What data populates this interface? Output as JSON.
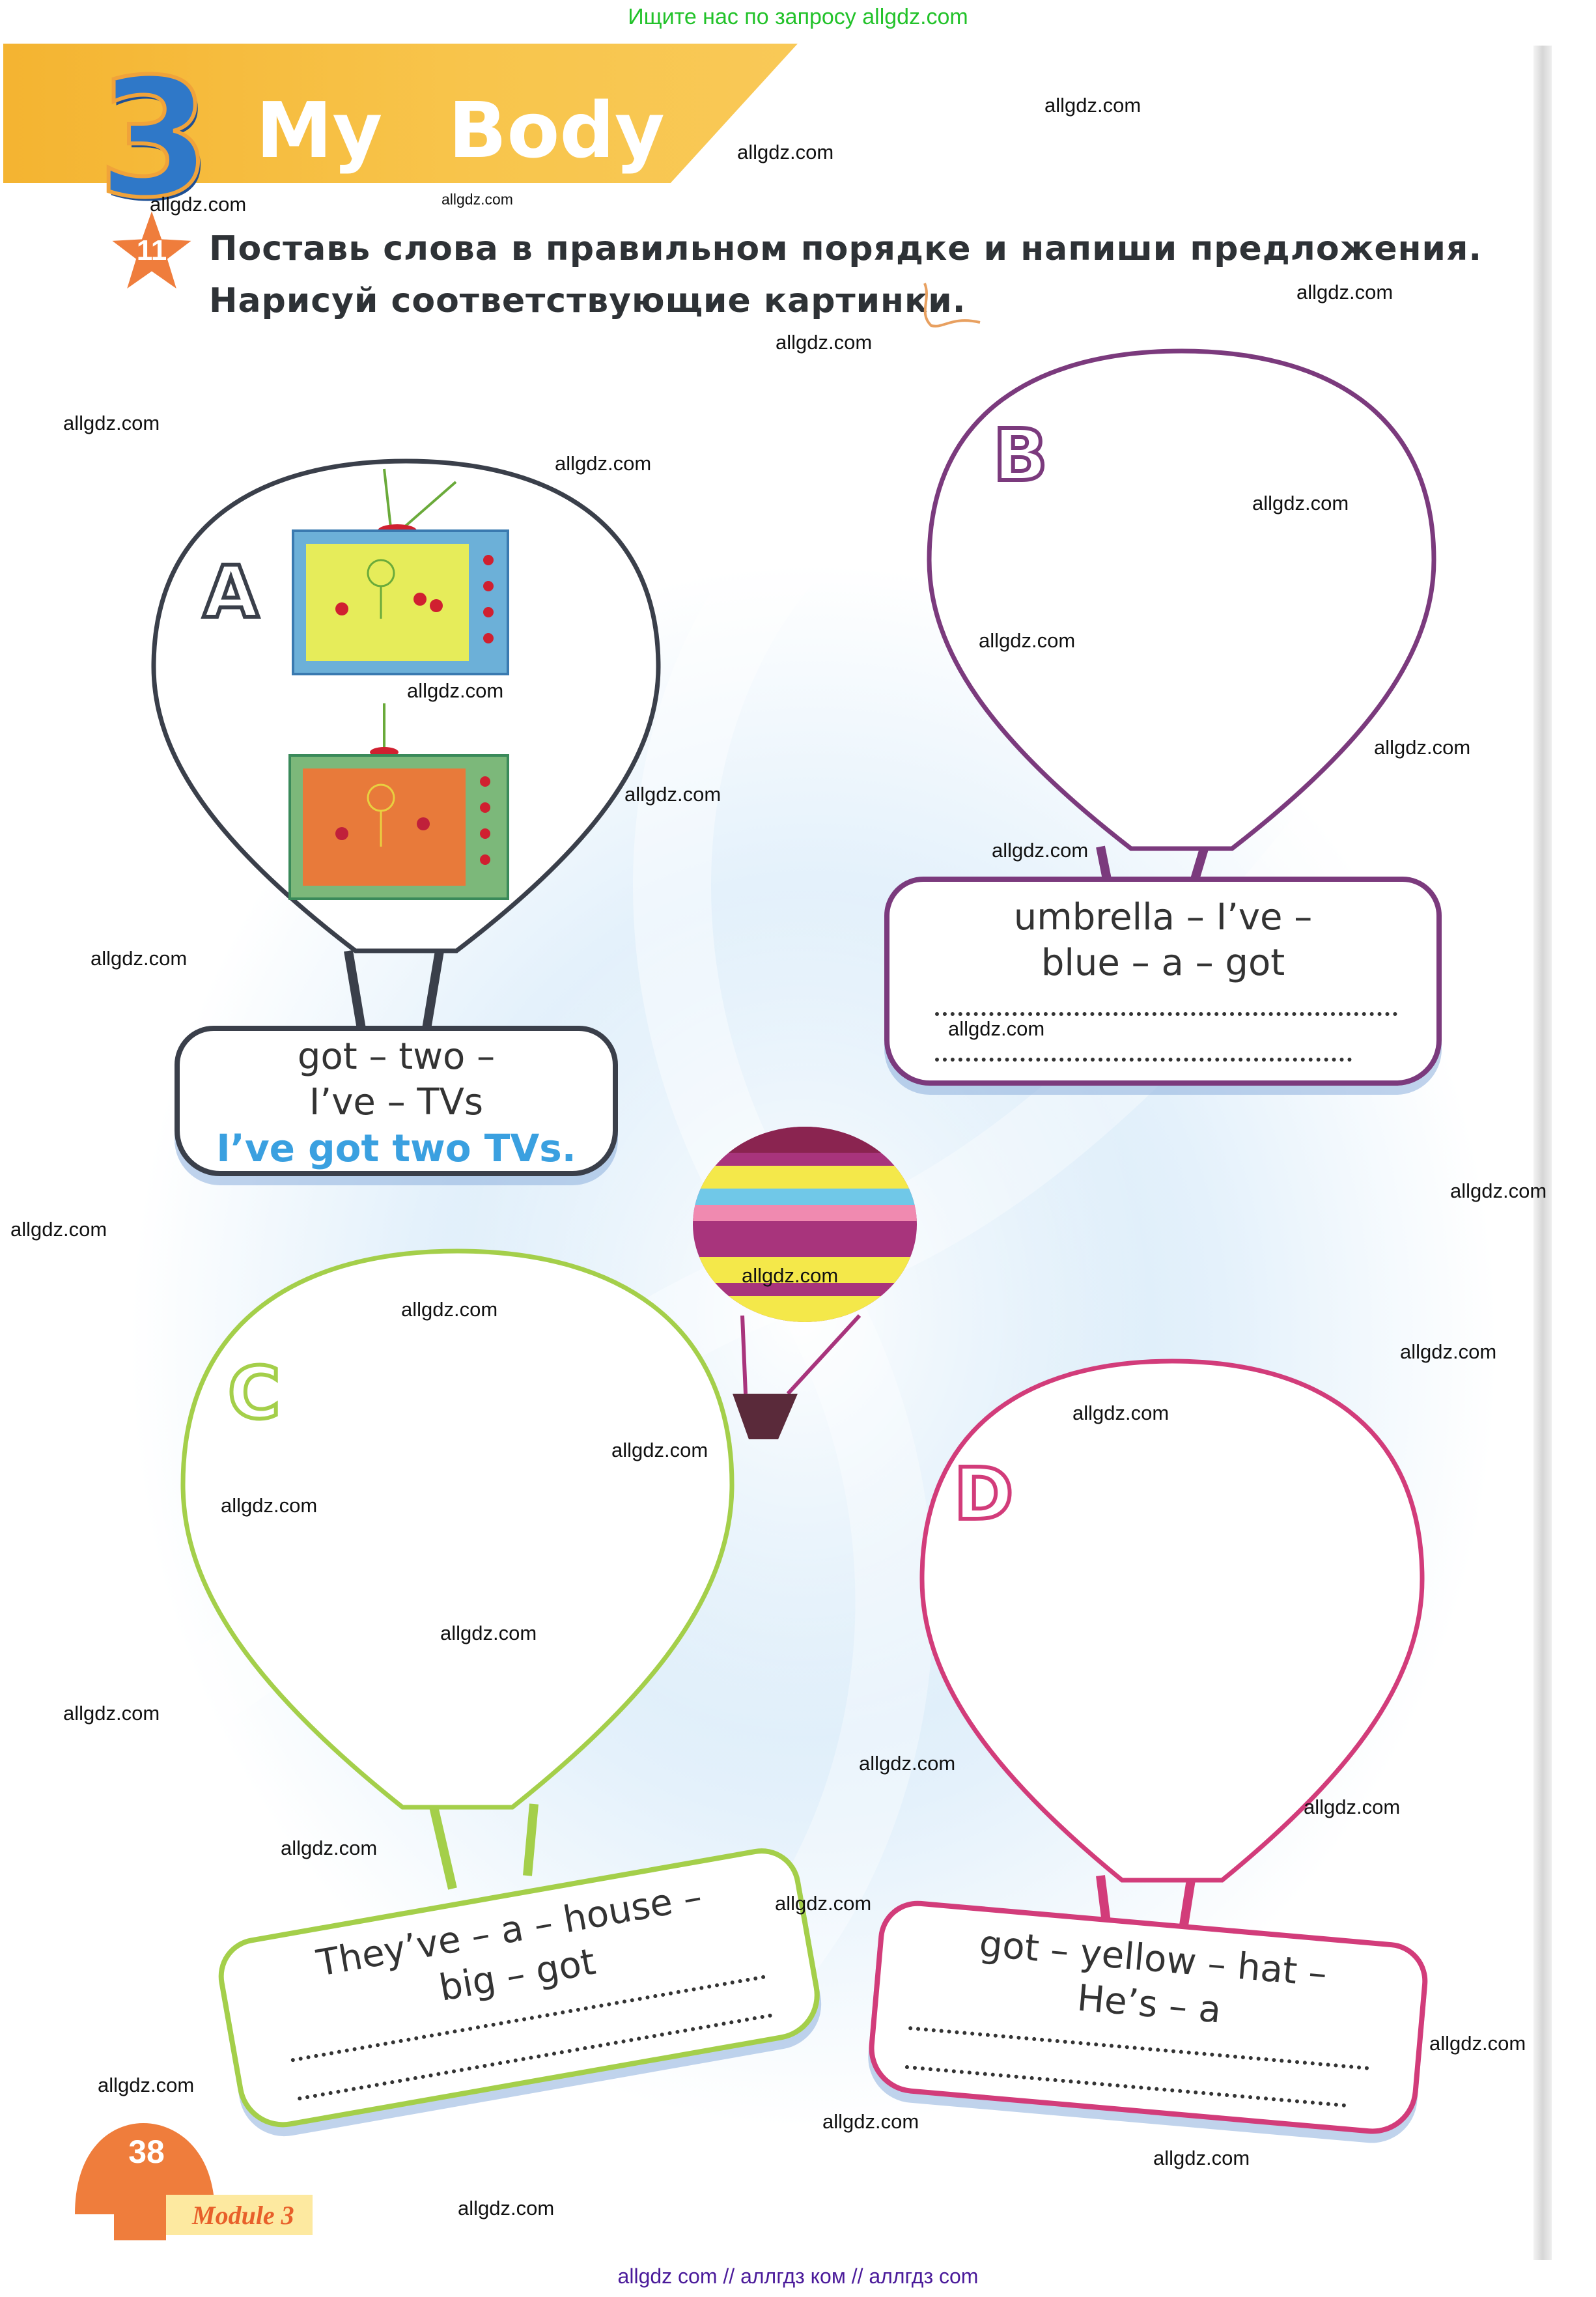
{
  "top_banner": "Ищите нас по запросу allgdz.com",
  "header": {
    "unit_number": "3",
    "title": "My Body"
  },
  "task": {
    "number": "11",
    "instruction_line1": "Поставь слова в правильном порядке и напиши предложения.",
    "instruction_line2": "Нарисуй соответствующие картинки."
  },
  "balloons": [
    {
      "letter": "A",
      "color": "#3a3f4a",
      "words_line1": "got – two –",
      "words_line2": "I’ve – TVs",
      "answer": "I’ve got two TVs."
    },
    {
      "letter": "B",
      "color": "#7b3a7d",
      "words_line1": "umbrella – I’ve –",
      "words_line2": "blue – a – got",
      "answer": ""
    },
    {
      "letter": "C",
      "color": "#a4cf4a",
      "words_line1": "They’ve – a – house –",
      "words_line2": "big – got",
      "answer": ""
    },
    {
      "letter": "D",
      "color": "#d23c7a",
      "words_line1": "got – yellow – hat –",
      "words_line2": "He’s – a",
      "answer": ""
    }
  ],
  "answer_color": "#3aa0e0",
  "footer_page": {
    "page_number": "38",
    "module": "Module 3"
  },
  "bottom_banner": "allgdz com  //  аллгдз ком  //  аллгдз com",
  "watermarks": [
    "allgdz.com",
    "allgdz.com",
    "allgdz.com",
    "allgdz.com",
    "allgdz.com",
    "allgdz.com",
    "allgdz.com",
    "allgdz.com",
    "allgdz.com",
    "allgdz.com",
    "allgdz.com",
    "allgdz.com",
    "allgdz.com",
    "allgdz.com",
    "allgdz.com",
    "allgdz.com",
    "allgdz.com",
    "allgdz.com",
    "allgdz.com",
    "allgdz.com",
    "allgdz.com",
    "allgdz.com",
    "allgdz.com",
    "allgdz.com",
    "allgdz.com",
    "allgdz.com",
    "allgdz.com",
    "allgdz.com",
    "allgdz.com",
    "allgdz.com",
    "allgdz.com",
    "allgdz.com",
    "allgdz.com",
    "allgdz.com",
    "allgdz.com"
  ]
}
